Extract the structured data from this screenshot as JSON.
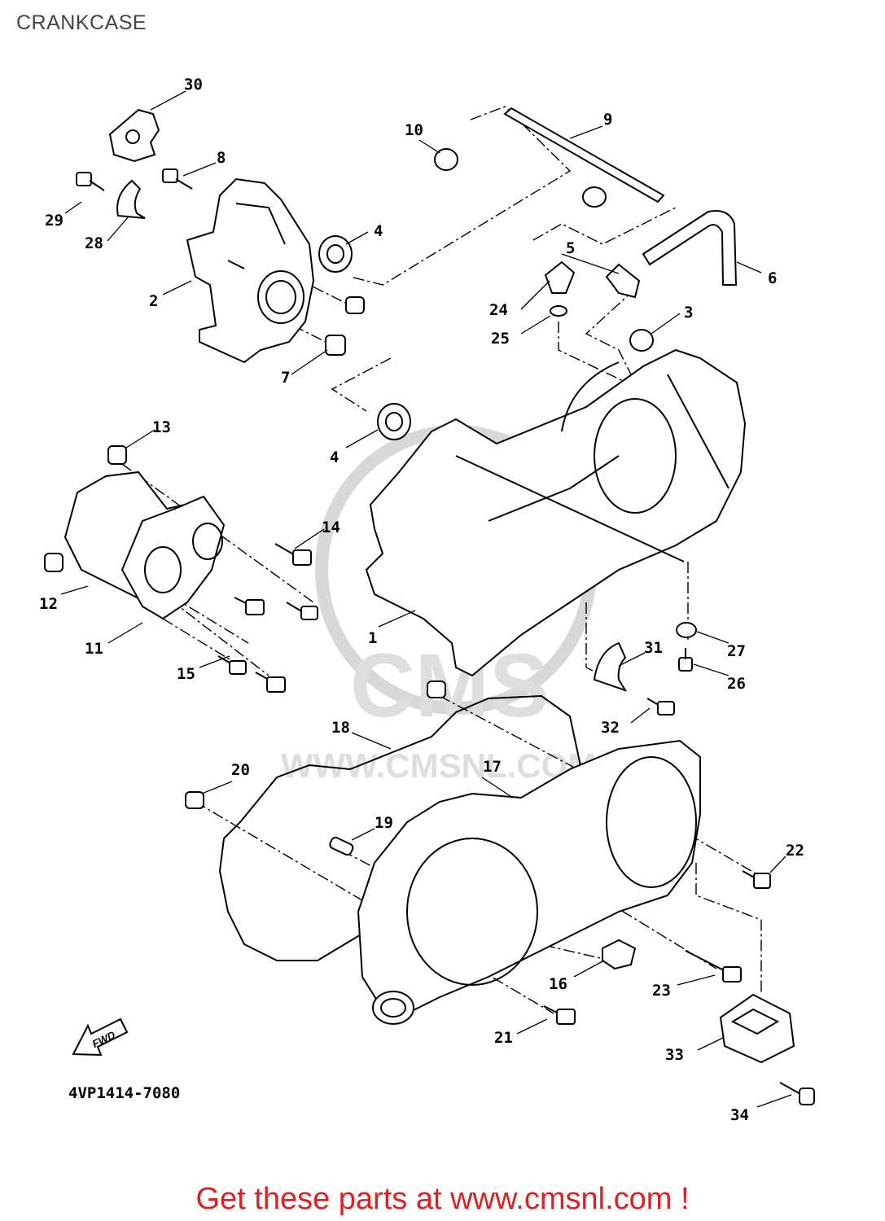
{
  "title": "CRANKCASE",
  "diagram_code": "4VP1414-7080",
  "fwd_label": "FWD",
  "call_to_action": "Get these parts at www.cmsnl.com !",
  "watermark": {
    "logo": "CMS",
    "site": "WWW.CMSNL.COM"
  },
  "callouts": [
    "1",
    "2",
    "3",
    "4",
    "4",
    "5",
    "6",
    "7",
    "8",
    "9",
    "10",
    "11",
    "12",
    "13",
    "14",
    "15",
    "16",
    "17",
    "18",
    "19",
    "20",
    "21",
    "22",
    "23",
    "24",
    "25",
    "26",
    "27",
    "28",
    "29",
    "30",
    "31",
    "32",
    "33",
    "34"
  ],
  "colors": {
    "cta": "#e02020",
    "title": "#444444",
    "line": "#000000"
  }
}
